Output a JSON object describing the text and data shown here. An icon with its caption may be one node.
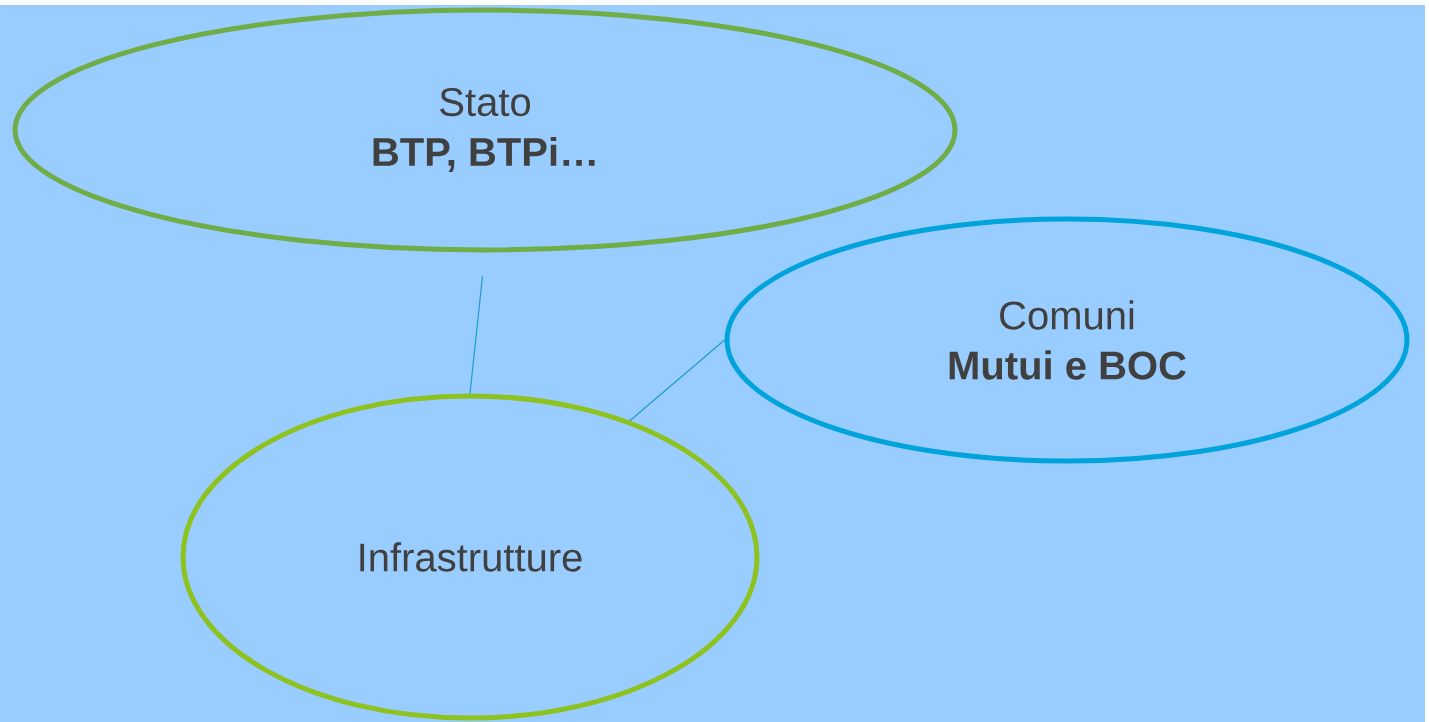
{
  "diagram": {
    "nodes": [
      {
        "text": [
          "Stato",
          "BTP, BTPi…"
        ]
      },
      {
        "text": [
          "Comuni",
          "Mutui e BOC"
        ]
      },
      {
        "text": [
          "Infrastrutture"
        ]
      }
    ],
    "edges": [
      {
        "from": 0,
        "to": 2,
        "arrow": "none"
      },
      {
        "from": 1,
        "to": 2,
        "arrow": "none"
      }
    ]
  }
}
